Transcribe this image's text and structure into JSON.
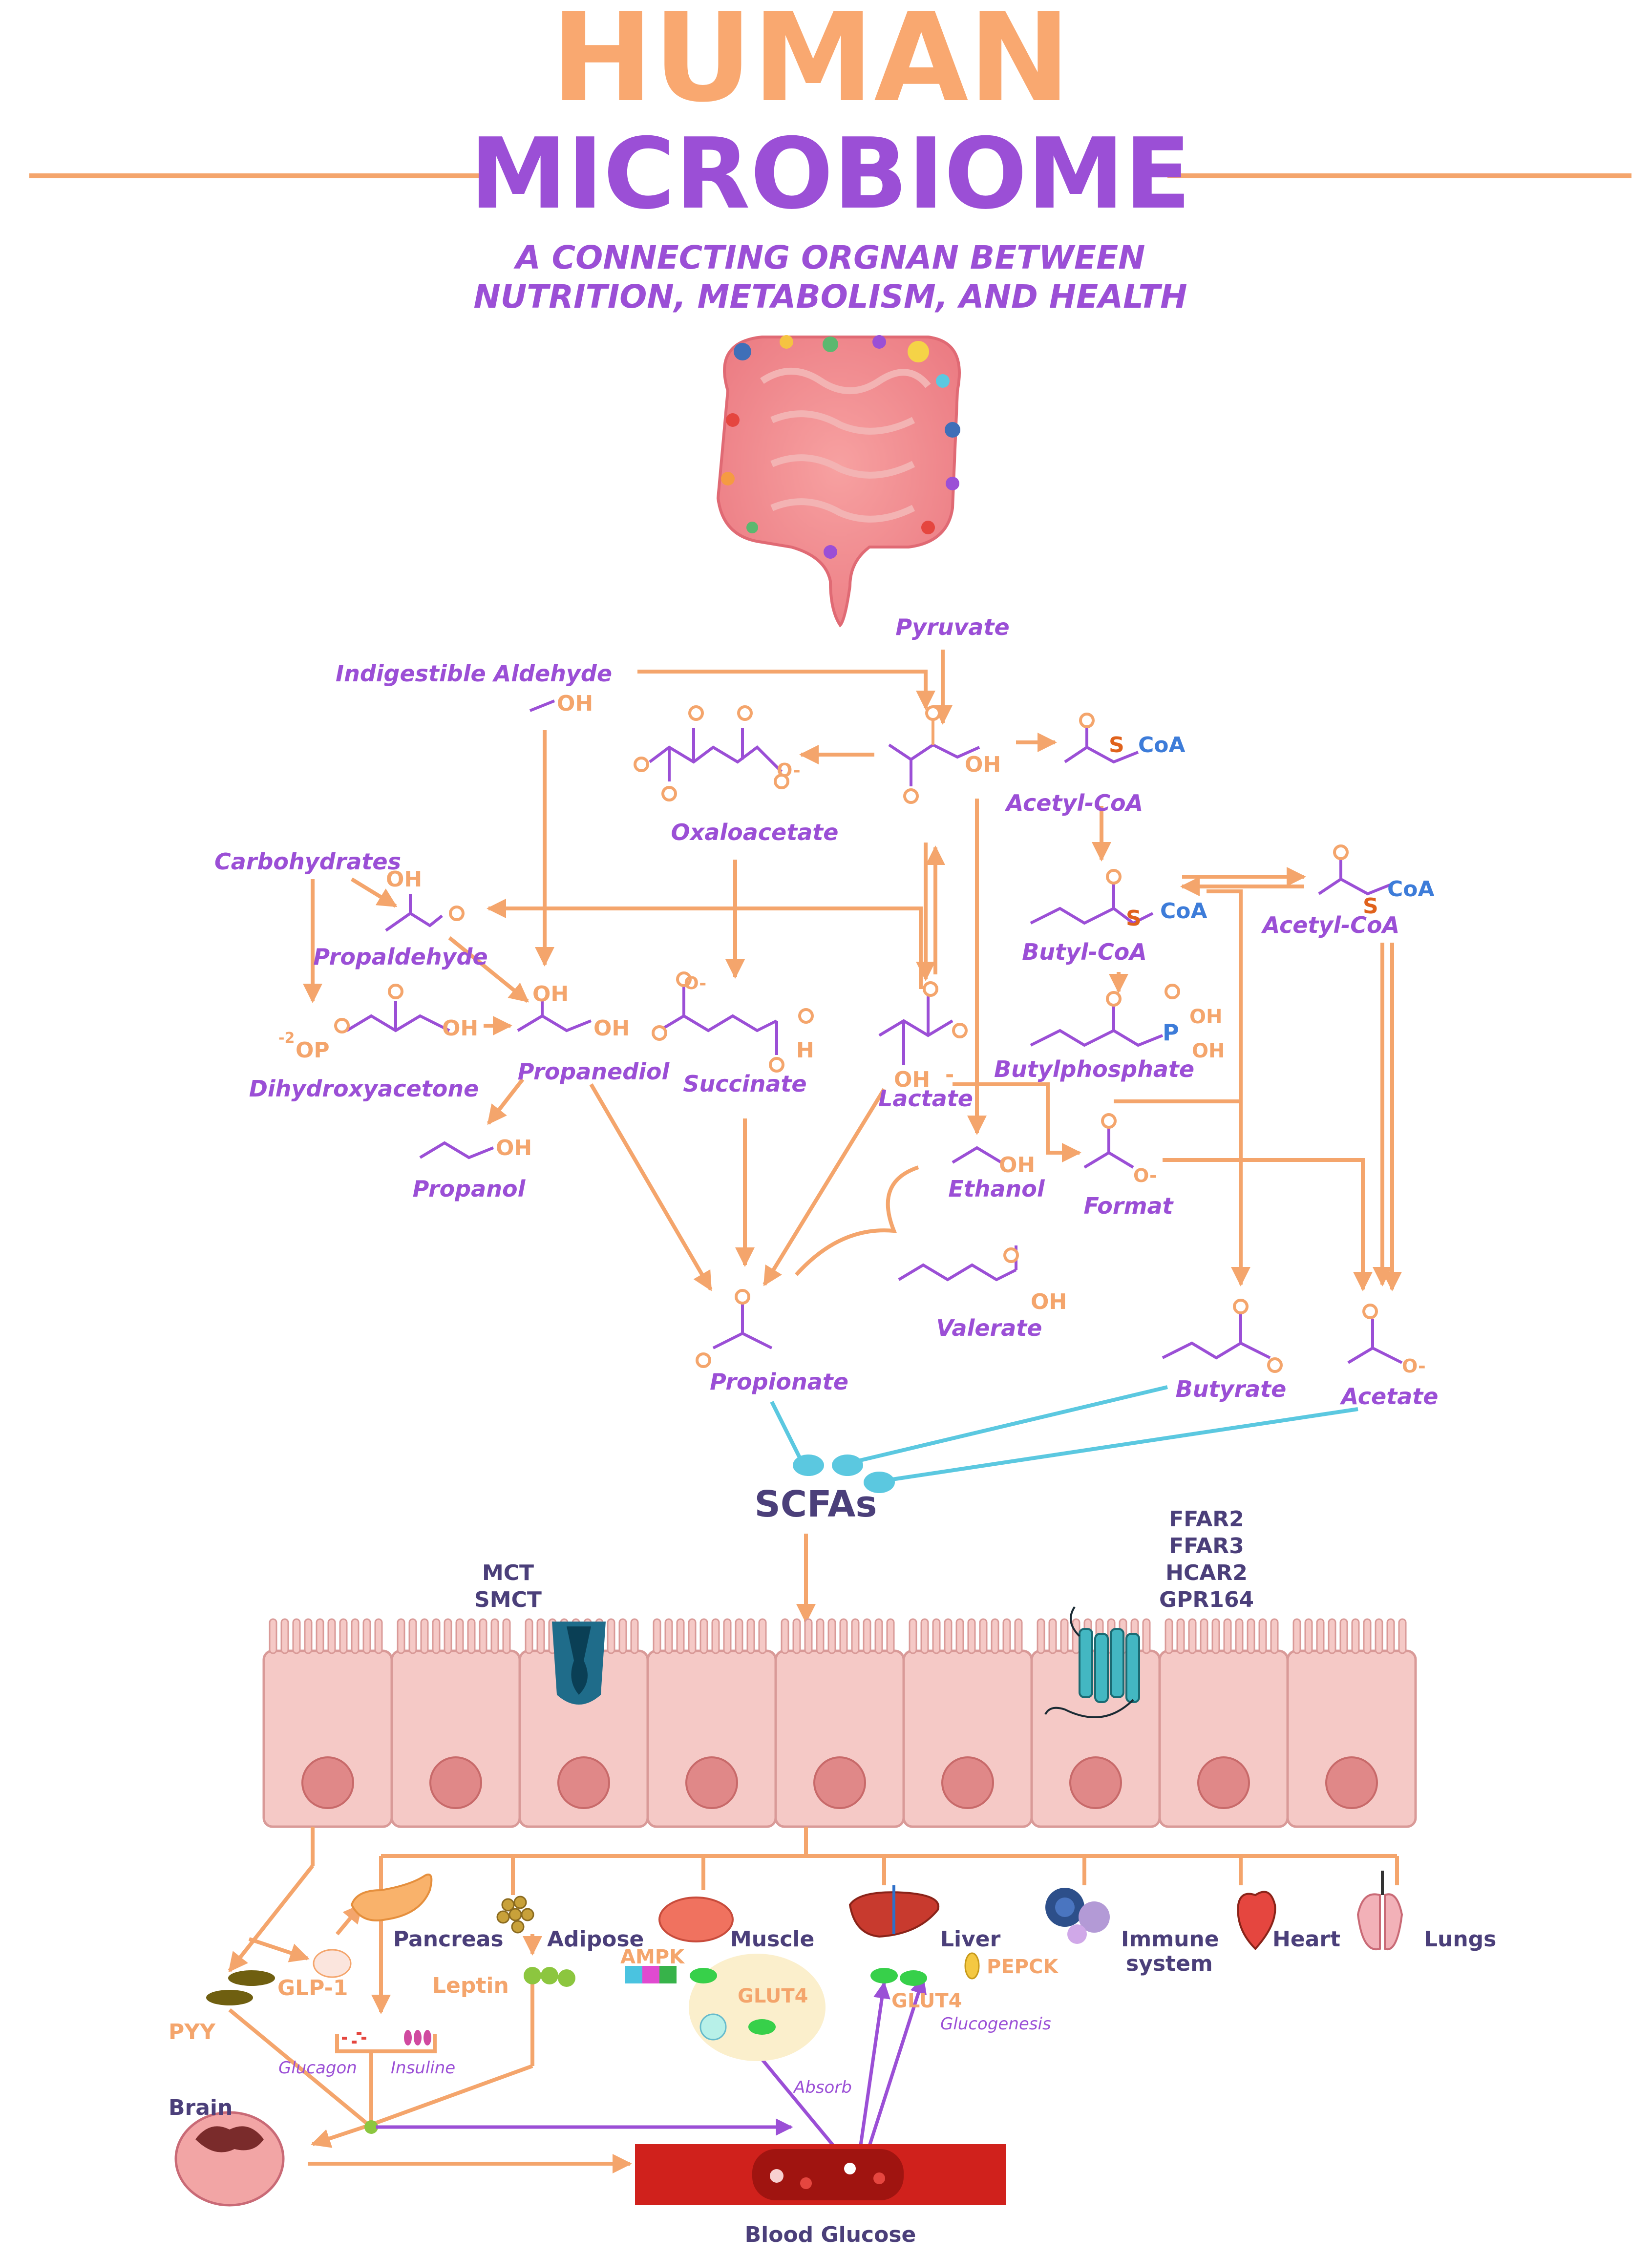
{
  "title": {
    "line1": "HUMAN",
    "line2": "MICROBIOME",
    "subtitle1": "A CONNECTING ORGNAN BETWEEN",
    "subtitle2": "NUTRITION,  METABOLISM, AND HEALTH"
  },
  "colors": {
    "orange": "#f4a56c",
    "purple": "#9b4fd6",
    "dark": "#4b3f7a",
    "cyan": "#5bc8e0",
    "cell": "#f5c9c6",
    "nucleus": "#e08888",
    "blood": "#d0211c",
    "coa_blue": "#3d7cd9"
  },
  "metabolites": {
    "pyruvate": "Pyruvate",
    "aldehyde": "Indigestible Aldehyde",
    "oxaloacetate": "Oxaloacetate",
    "acetyl_coa_1": "Acetyl-CoA",
    "acetyl_coa_2": "Acetyl-CoA",
    "carbohydrates": "Carbohydrates",
    "propaldehyde": "Propaldehyde",
    "butyl_coa": "Butyl-CoA",
    "dihydroxyacetone": "Dihydroxyacetone",
    "propanediol": "Propanediol",
    "succinate": "Succinate",
    "lactate": "Lactate",
    "butylphosphate": "Butylphosphate",
    "propanol": "Propanol",
    "ethanol": "Ethanol",
    "format": "Format",
    "valerate": "Valerate",
    "propionate": "Propionate",
    "butyrate": "Butyrate",
    "acetate": "Acetate"
  },
  "chem_groups": {
    "oh": "OH",
    "o": "O",
    "o_minus": "O-",
    "h": "H",
    "s": "S",
    "coa": "CoA",
    "p": "P",
    "op": "OP",
    "minus2": "-2",
    "minus": "-"
  },
  "scfa": {
    "label": "SCFAs",
    "transporters": [
      "MCT",
      "SMCT"
    ],
    "receptors": [
      "FFAR2",
      "FFAR3",
      "HCAR2",
      "GPR164"
    ]
  },
  "organs": {
    "pancreas": "Pancreas",
    "adipose": "Adipose",
    "muscle": "Muscle",
    "liver": "Liver",
    "immune1": "Immune",
    "immune2": "system",
    "heart": "Heart",
    "lungs": "Lungs",
    "brain": "Brain",
    "blood_glucose": "Blood Glucose"
  },
  "hormones": {
    "pyy": "PYY",
    "glp1": "GLP-1",
    "leptin": "Leptin",
    "ampk": "AMPK",
    "glut4_muscle": "GLUT4",
    "glut4_liver": "GLUT4",
    "pepck": "PEPCK",
    "glucagon": "Glucagon",
    "insuline": "Insuline",
    "glucogenesis": "Glucogenesis",
    "absorb": "Absorb"
  }
}
